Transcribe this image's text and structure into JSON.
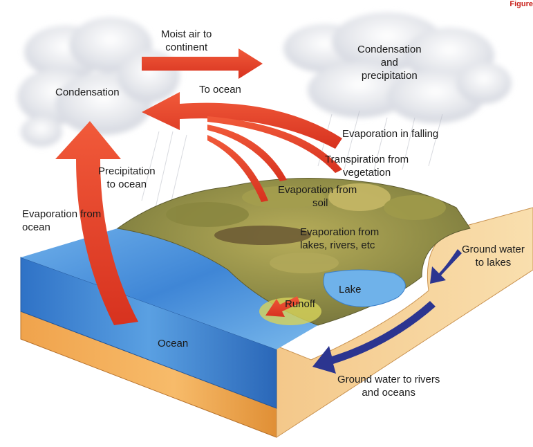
{
  "corner_mark": "Figure",
  "labels": {
    "moist_air": [
      "Moist air to",
      "continent"
    ],
    "condensation_left": "Condensation",
    "condensation_right": [
      "Condensation",
      "and",
      "precipitation"
    ],
    "to_ocean": "To ocean",
    "evap_falling": "Evaporation in falling",
    "transpiration": [
      "Transpiration from",
      "vegetation"
    ],
    "precip_ocean": [
      "Precipitation",
      "to ocean"
    ],
    "evap_soil": [
      "Evaporation from",
      "soil"
    ],
    "evap_ocean": [
      "Evaporation from",
      "ocean"
    ],
    "evap_lakes": [
      "Evaporation from",
      "lakes, rivers, etc"
    ],
    "gw_lakes": [
      "Ground water",
      "to lakes"
    ],
    "lake": "Lake",
    "runoff": "Runoff",
    "ocean": "Ocean",
    "gw_rivers": [
      "Ground water to rivers",
      "and oceans"
    ]
  },
  "colors": {
    "arrow_red": "#e2402a",
    "arrow_blue": "#2c3590",
    "ocean": "#4d8ed3",
    "soil": "#e8a24a",
    "land": "#9a9650",
    "cloud": "#e6e8ee"
  }
}
